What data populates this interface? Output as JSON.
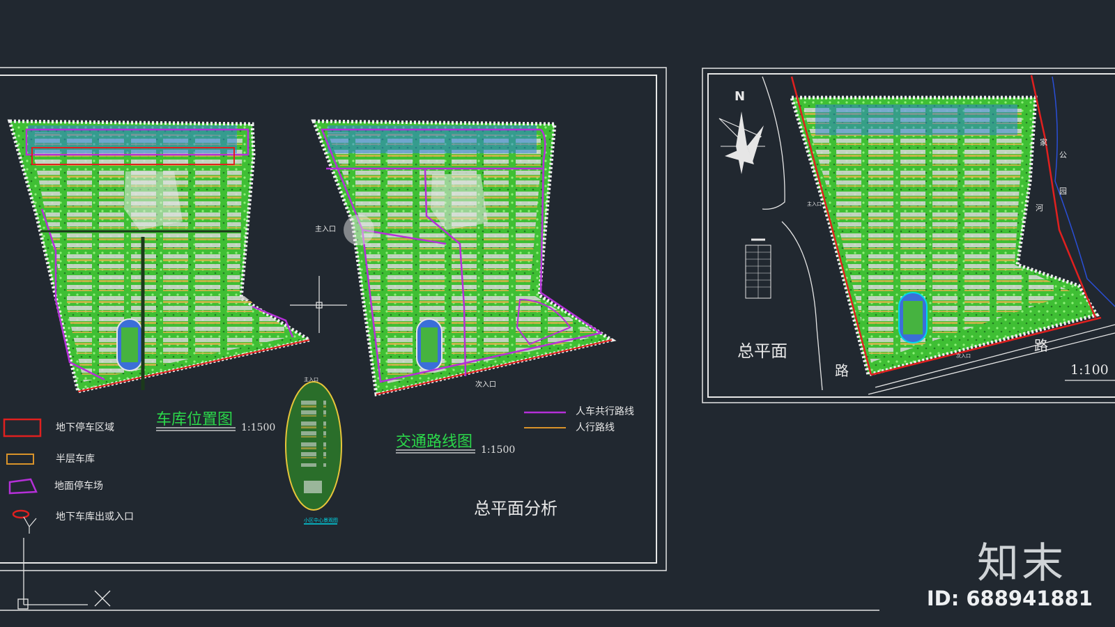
{
  "sheet1": {
    "legend": [
      {
        "label": "地下停车区域",
        "color": "#e0201f"
      },
      {
        "label": "半层车库",
        "color": "#d9932a"
      },
      {
        "label": "地面停车场",
        "color": "#b530d8"
      },
      {
        "label": "地下车库出或入口",
        "color": "#e0201f"
      }
    ],
    "plan_a": {
      "title": "车库位置图",
      "scale": "1:1500"
    },
    "plan_b": {
      "title": "交通路线图",
      "scale": "1:1500",
      "main_entrance": "主入口",
      "secondary_entrance": "次入口",
      "legend": [
        {
          "label": "人车共行路线",
          "color": "#b530d8"
        },
        {
          "label": "人行路线",
          "color": "#d9932a"
        }
      ]
    },
    "detail": {
      "top_label": "主入口",
      "caption": "小区中心景观图"
    },
    "sheet_title": "总平面分析"
  },
  "sheet2": {
    "north": "N",
    "title": "总平面",
    "scale": "1:100",
    "road_left": "路",
    "road_right": "路",
    "main_entrance": "主入口",
    "secondary_entrance": "次入口",
    "river_label": [
      "家",
      "公",
      "园",
      "河"
    ]
  },
  "watermark": {
    "logo": "知末",
    "id": "ID: 688941881"
  }
}
